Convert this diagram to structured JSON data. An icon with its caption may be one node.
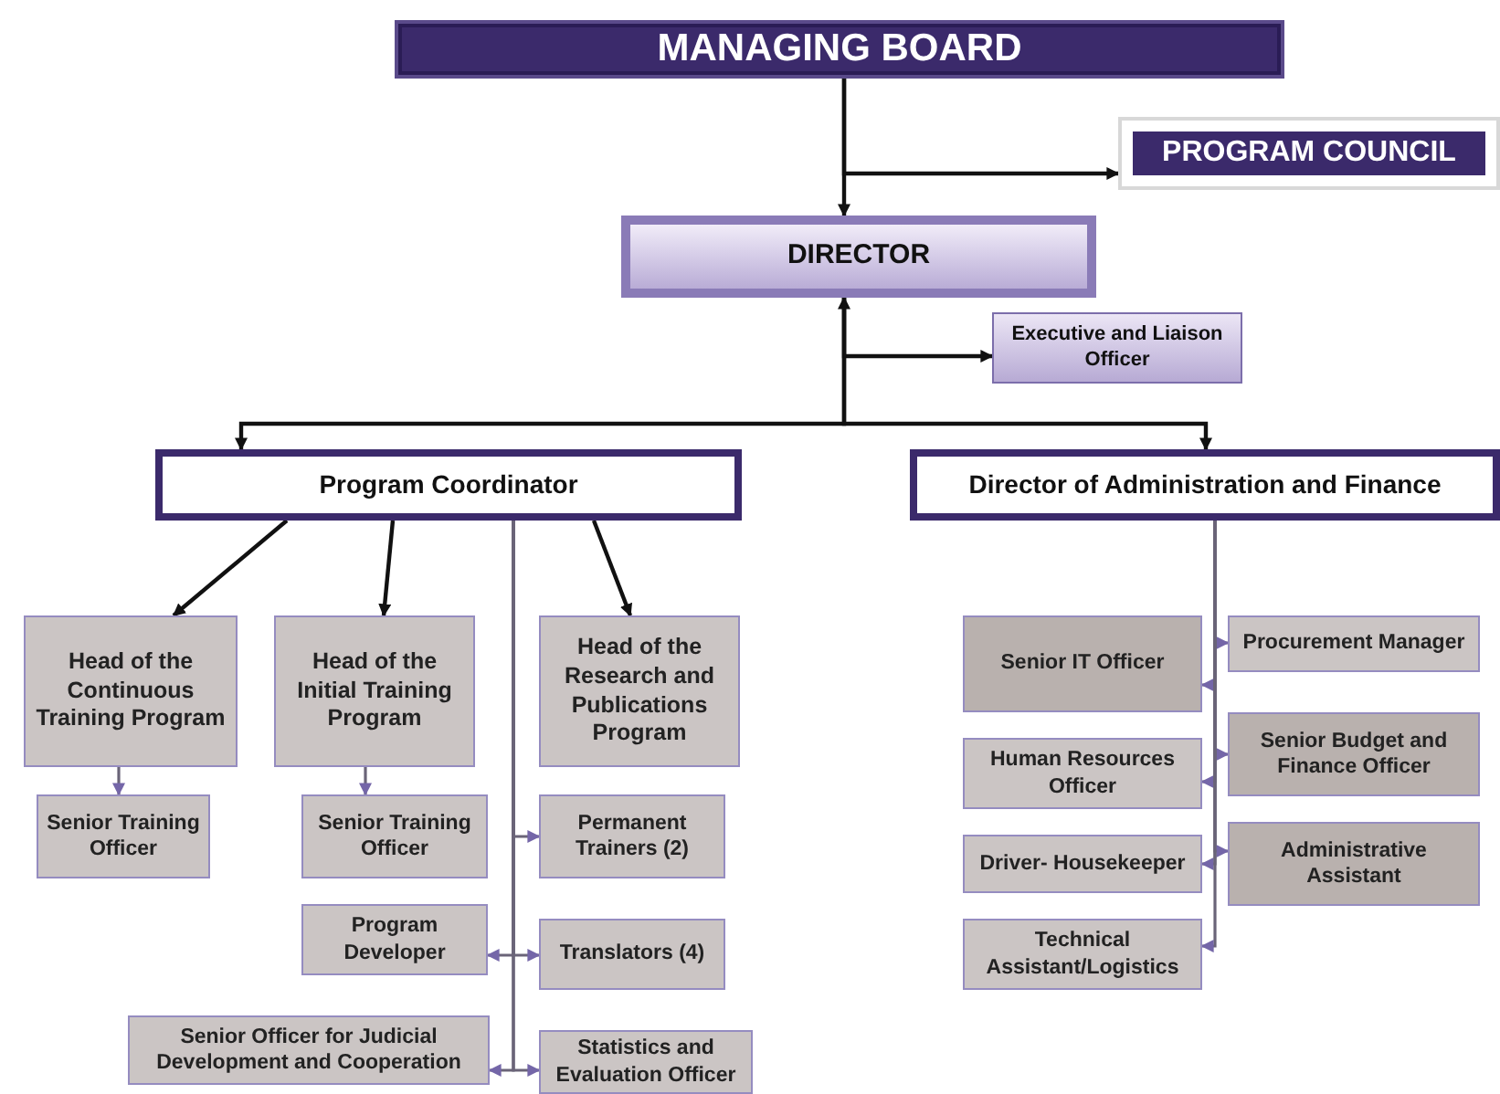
{
  "diagram": {
    "nodes": [
      {
        "text": [
          "MANAGING BOARD"
        ]
      },
      {
        "text": [
          "PROGRAM COUNCIL"
        ]
      },
      {
        "text": [
          "DIRECTOR"
        ]
      },
      {
        "text": [
          "Executive  and Liaison Officer"
        ]
      },
      {
        "text": [
          "Program Coordinator"
        ]
      },
      {
        "text": [
          "Director of Administration and Finance"
        ]
      },
      {
        "text": [
          "Head of the Continuous Training Program"
        ]
      },
      {
        "text": [
          "Head of the Initial Training Program"
        ]
      },
      {
        "text": [
          "Head of the Research and Publications Program"
        ]
      },
      {
        "text": [
          "Senior Training Officer"
        ]
      },
      {
        "text": [
          "Senior Training Officer"
        ]
      },
      {
        "text": [
          "Permanent Trainers (2)"
        ]
      },
      {
        "text": [
          "Program Developer"
        ]
      },
      {
        "text": [
          "Translators (4)"
        ]
      },
      {
        "text": [
          "Senior Officer for Judicial Development and Cooperation"
        ]
      },
      {
        "text": [
          "Statistics and Evaluation Officer"
        ]
      },
      {
        "text": [
          "Senior IT Officer"
        ]
      },
      {
        "text": [
          "Procurement Manager"
        ]
      },
      {
        "text": [
          "Human Resources Officer"
        ]
      },
      {
        "text": [
          "Senior  Budget and Finance Officer"
        ]
      },
      {
        "text": [
          "Driver- Housekeeper"
        ]
      },
      {
        "text": [
          "Administrative Assistant"
        ]
      },
      {
        "text": [
          "Technical Assistant/Logistics"
        ]
      }
    ],
    "edges": [
      {
        "from": 0,
        "to": 2,
        "arrow": "to",
        "color": "#111111"
      },
      {
        "from": 0,
        "to": 1,
        "arrow": "to",
        "color": "#111111"
      },
      {
        "from": 2,
        "to": 3,
        "arrow": "both",
        "color": "#111111"
      },
      {
        "from": 2,
        "to": 4,
        "arrow": "to",
        "color": "#111111"
      },
      {
        "from": 2,
        "to": 5,
        "arrow": "to",
        "color": "#111111"
      },
      {
        "from": 4,
        "to": 6,
        "arrow": "to",
        "color": "#111111"
      },
      {
        "from": 4,
        "to": 7,
        "arrow": "to",
        "color": "#111111"
      },
      {
        "from": 4,
        "to": 8,
        "arrow": "to",
        "color": "#111111"
      },
      {
        "from": 6,
        "to": 9,
        "arrow": "to"
      },
      {
        "from": 7,
        "to": 10,
        "arrow": "to"
      },
      {
        "from": 4,
        "to": 11,
        "arrow": "to"
      },
      {
        "from": 4,
        "to": 12,
        "arrow": "to"
      },
      {
        "from": 4,
        "to": 13,
        "arrow": "to"
      },
      {
        "from": 4,
        "to": 14,
        "arrow": "to"
      },
      {
        "from": 4,
        "to": 15,
        "arrow": "to"
      },
      {
        "from": 5,
        "to": 16,
        "arrow": "to"
      },
      {
        "from": 5,
        "to": 17,
        "arrow": "to"
      },
      {
        "from": 5,
        "to": 18,
        "arrow": "to"
      },
      {
        "from": 5,
        "to": 19,
        "arrow": "to"
      },
      {
        "from": 5,
        "to": 20,
        "arrow": "to"
      },
      {
        "from": 5,
        "to": 21,
        "arrow": "to"
      },
      {
        "from": 5,
        "to": 22,
        "arrow": "to"
      }
    ]
  }
}
